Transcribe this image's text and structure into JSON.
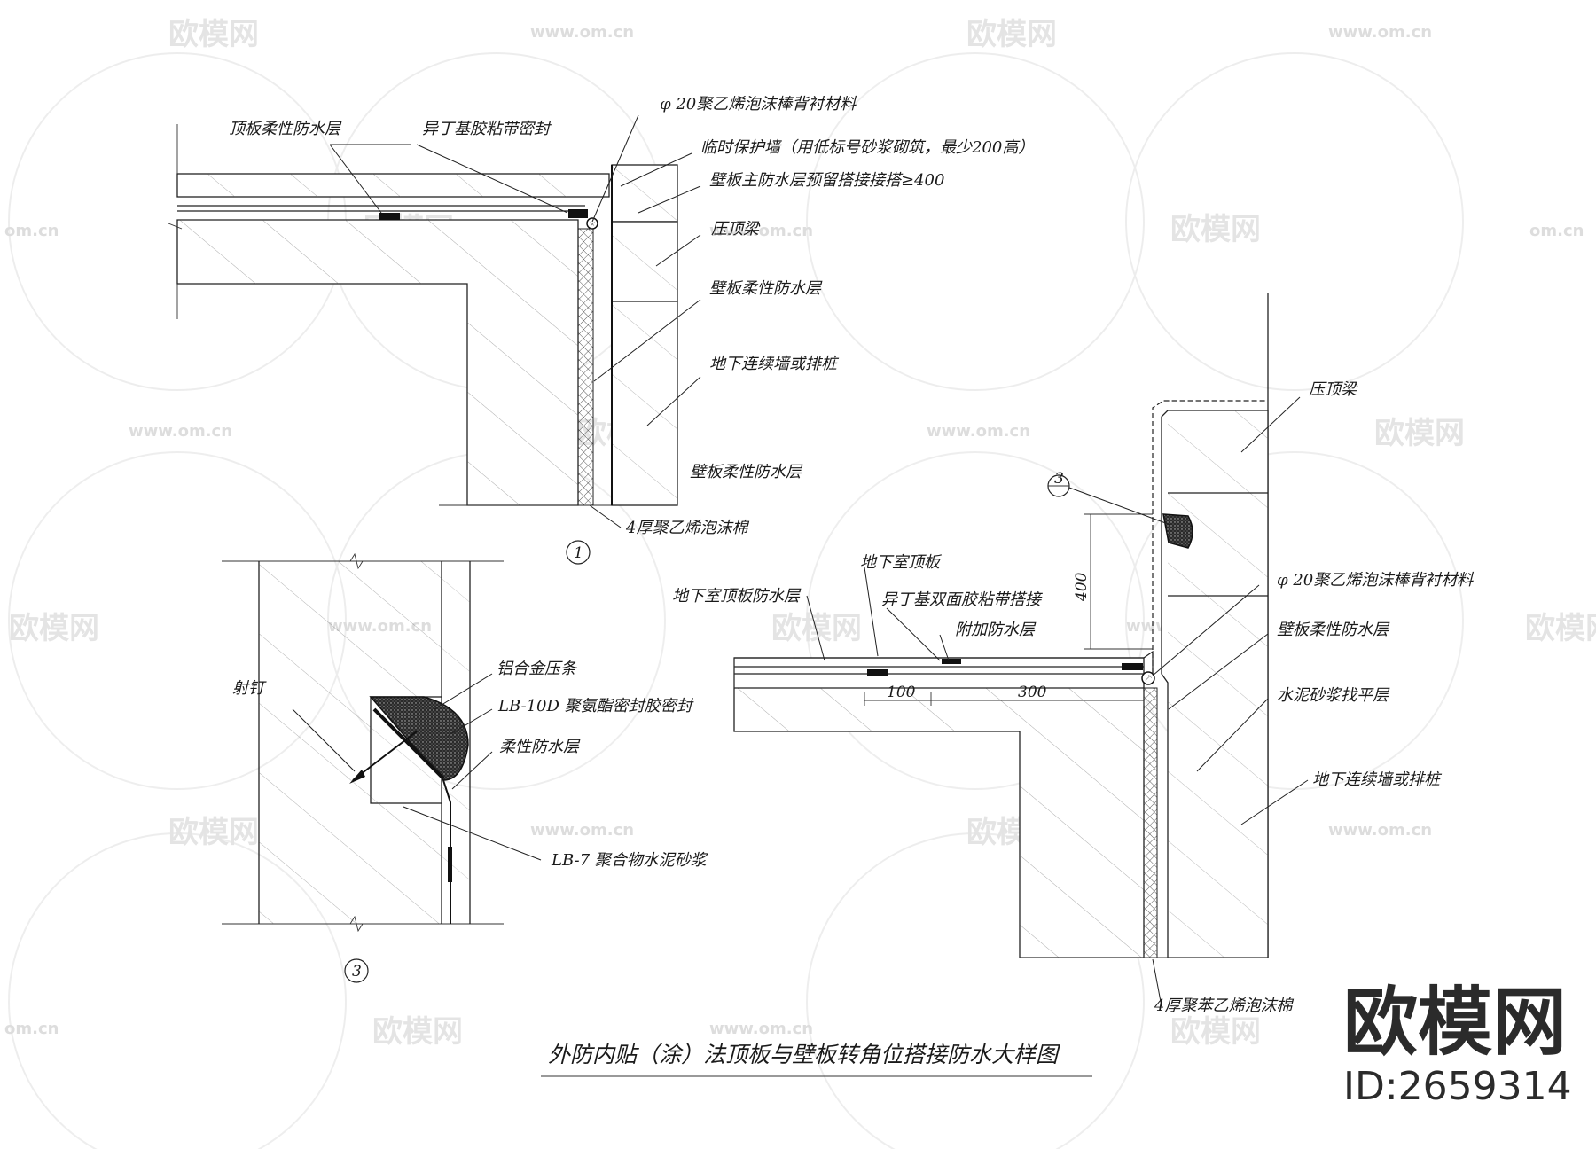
{
  "title": "外防内贴（涂）法顶板与壁板转角位搭接防水大样图",
  "watermark": {
    "brand": "欧模网",
    "url": "www.om.cn",
    "url_short": "om.cn"
  },
  "brand_logo": {
    "text": "欧模网",
    "id": "ID:2659314"
  },
  "detail1": {
    "number": "1",
    "labels": {
      "roof_membrane": "顶板柔性防水层",
      "butyl_tape": "异丁基胶粘带密封",
      "foam_rod": "φ 20聚乙烯泡沫棒背衬材料",
      "temp_wall": "临时保护墙（用低标号砂浆砌筑，最少200高）",
      "wall_main_lap": "壁板主防水层预留搭接接搭≥400",
      "cap_beam": "压顶梁",
      "wall_membrane_1": "壁板柔性防水层",
      "diaphragm_wall": "地下连续墙或排桩",
      "wall_membrane_2": "壁板柔性防水层",
      "foam_4mm": "4厚聚乙烯泡沫棉"
    }
  },
  "detail3": {
    "number": "3",
    "labels": {
      "nail": "射钉",
      "alloy_strip": "铝合金压条",
      "sealant": "LB-10D 聚氨酯密封胶密封",
      "flex_membrane": "柔性防水层",
      "mortar": "LB-7 聚合物水泥砂浆"
    }
  },
  "detail2": {
    "callout": "3",
    "labels": {
      "cap_beam": "压顶梁",
      "roof_slab": "地下室顶板",
      "roof_membrane": "地下室顶板防水层",
      "butyl_double": "异丁基双面胶粘带搭接",
      "extra_layer": "附加防水层",
      "foam_rod": "φ 20聚乙烯泡沫棒背衬材料",
      "wall_membrane": "壁板柔性防水层",
      "leveling": "水泥砂浆找平层",
      "diaphragm_wall": "地下连续墙或排桩",
      "foam_4mm": "4厚聚苯乙烯泡沫棉"
    },
    "dims": {
      "h400": "400",
      "d100": "100",
      "d300": "300"
    }
  }
}
